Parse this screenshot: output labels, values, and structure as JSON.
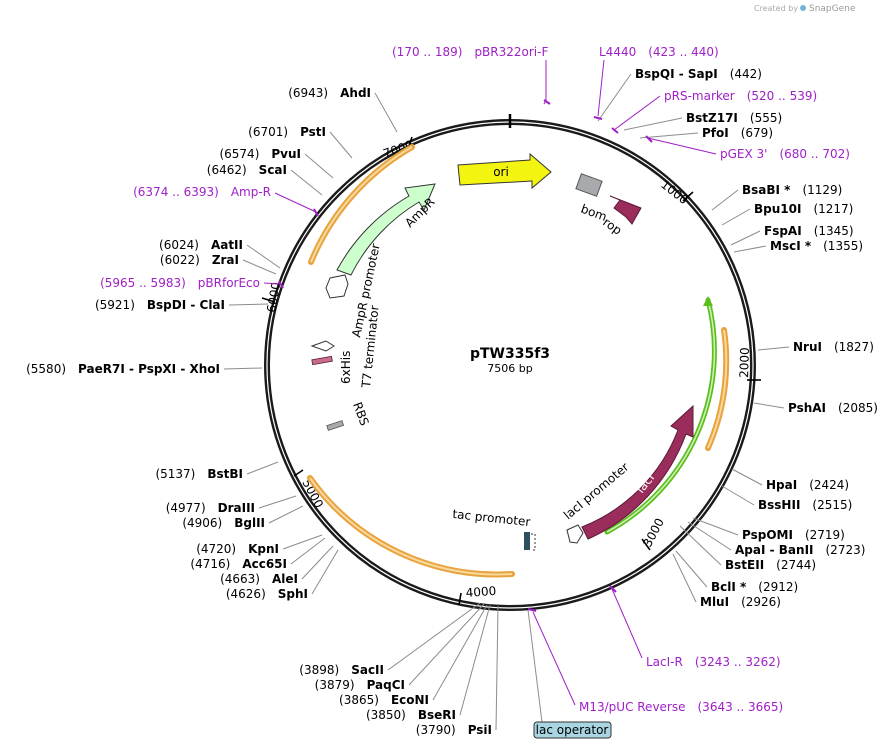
{
  "credit": {
    "created_by": "Created by",
    "brand": "SnapGene"
  },
  "plasmid": {
    "name": "pTW335f3",
    "length": "7506 bp"
  },
  "ticks": [
    {
      "label": "1000"
    },
    {
      "label": "2000"
    },
    {
      "label": "3000"
    },
    {
      "label": "4000"
    },
    {
      "label": "5000"
    },
    {
      "label": "6000"
    },
    {
      "label": "7000"
    }
  ],
  "enzymes": [
    {
      "parts": [
        "BspQI",
        "SapI"
      ],
      "pos": "(442)"
    },
    {
      "parts": [
        "BstZ17I"
      ],
      "pos": "(555)"
    },
    {
      "parts": [
        "PfoI"
      ],
      "pos": "(679)"
    },
    {
      "parts": [
        "BsaBI *"
      ],
      "pos": "(1129)"
    },
    {
      "parts": [
        "Bpu10I"
      ],
      "pos": "(1217)"
    },
    {
      "parts": [
        "FspAI"
      ],
      "pos": "(1345)"
    },
    {
      "parts": [
        "MscI *"
      ],
      "pos": "(1355)"
    },
    {
      "parts": [
        "NruI"
      ],
      "pos": "(1827)"
    },
    {
      "parts": [
        "PshAI"
      ],
      "pos": "(2085)"
    },
    {
      "parts": [
        "HpaI"
      ],
      "pos": "(2424)"
    },
    {
      "parts": [
        "BssHII"
      ],
      "pos": "(2515)"
    },
    {
      "parts": [
        "PspOMI"
      ],
      "pos": "(2719)"
    },
    {
      "parts": [
        "ApaI",
        "BanII"
      ],
      "pos": "(2723)"
    },
    {
      "parts": [
        "BstEII"
      ],
      "pos": "(2744)"
    },
    {
      "parts": [
        "BclI *"
      ],
      "pos": "(2912)"
    },
    {
      "parts": [
        "MluI"
      ],
      "pos": "(2926)"
    },
    {
      "parts": [
        "AhdI"
      ],
      "pos": "(6943)"
    },
    {
      "parts": [
        "PstI"
      ],
      "pos": "(6701)"
    },
    {
      "parts": [
        "PvuI"
      ],
      "pos": "(6574)"
    },
    {
      "parts": [
        "ScaI"
      ],
      "pos": "(6462)"
    },
    {
      "parts": [
        "AatII"
      ],
      "pos": "(6024)"
    },
    {
      "parts": [
        "ZraI"
      ],
      "pos": "(6022)"
    },
    {
      "parts": [
        "BspDI",
        "ClaI"
      ],
      "pos": "(5921)"
    },
    {
      "parts": [
        "PaeR7I",
        "PspXI",
        "XhoI"
      ],
      "pos": "(5580)"
    },
    {
      "parts": [
        "BstBI"
      ],
      "pos": "(5137)"
    },
    {
      "parts": [
        "DraIII"
      ],
      "pos": "(4977)"
    },
    {
      "parts": [
        "BglII"
      ],
      "pos": "(4906)"
    },
    {
      "parts": [
        "KpnI"
      ],
      "pos": "(4720)"
    },
    {
      "parts": [
        "Acc65I"
      ],
      "pos": "(4716)"
    },
    {
      "parts": [
        "AleI"
      ],
      "pos": "(4663)"
    },
    {
      "parts": [
        "SphI"
      ],
      "pos": "(4626)"
    },
    {
      "parts": [
        "SacII"
      ],
      "pos": "(3898)"
    },
    {
      "parts": [
        "PaqCI"
      ],
      "pos": "(3879)"
    },
    {
      "parts": [
        "EcoNI"
      ],
      "pos": "(3865)"
    },
    {
      "parts": [
        "BseRI"
      ],
      "pos": "(3850)"
    },
    {
      "parts": [
        "PsiI"
      ],
      "pos": "(3790)"
    }
  ],
  "primers": [
    {
      "range": "(170 .. 189)",
      "name": "pBR322ori-F"
    },
    {
      "name": "L4440",
      "range": "(423 .. 440)"
    },
    {
      "name": "pRS-marker",
      "range": "(520 .. 539)"
    },
    {
      "name": "pGEX 3'",
      "range": "(680 .. 702)"
    },
    {
      "range": "(6374 .. 6393)",
      "name": "Amp-R"
    },
    {
      "range": "(5965 .. 5983)",
      "name": "pBRforEco"
    },
    {
      "name": "LacI-R",
      "range": "(3243 .. 3262)"
    },
    {
      "name": "M13/pUC Reverse",
      "range": "(3643 .. 3665)"
    }
  ],
  "features": {
    "ori": "ori",
    "bom": "bom",
    "rop": "rop",
    "ampr": "AmpR",
    "ampr_promoter": "AmpR promoter",
    "t7_terminator": "T7 terminator",
    "his": "6xHis",
    "rbs": "RBS",
    "tac_promoter": "tac promoter",
    "laci": "lacI",
    "laci_promoter": "lacI promoter",
    "lac_operator": "lac operator"
  },
  "colors": {
    "ori": "#f4f411",
    "rop": "#9b2d5d",
    "bom": "#a7a9ad",
    "ampr": "#ccffcc",
    "laci": "#9b2d5d",
    "orf": "#f5b041",
    "primer": "#a020c8",
    "lac_operator": "#a8d5e2",
    "tac": "#2f4f5f"
  }
}
